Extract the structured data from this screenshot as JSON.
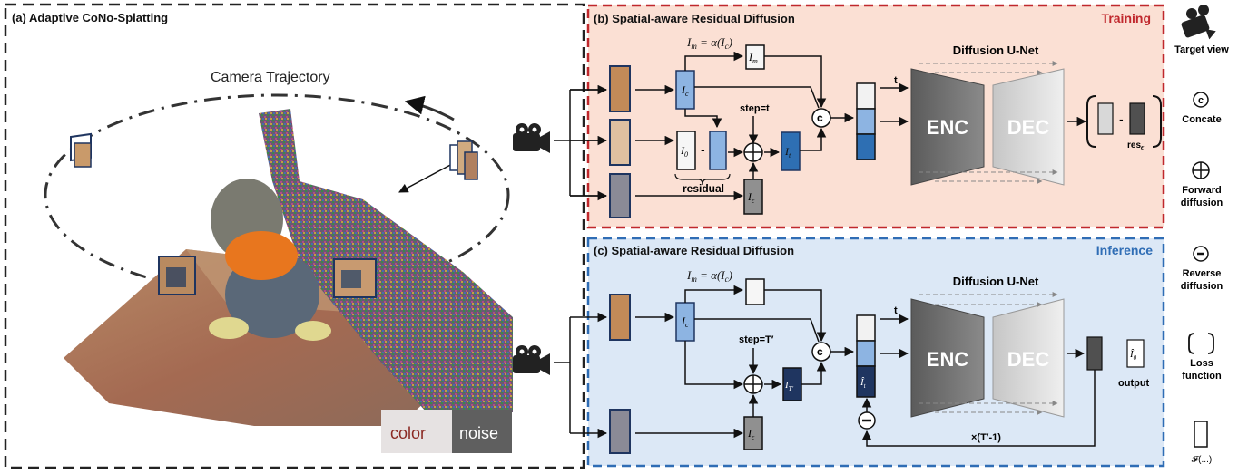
{
  "panel_a": {
    "title": "(a) Adaptive CoNo-Splatting",
    "camera_trajectory": "Camera Trajectory",
    "color_label": "color",
    "noise_label": "noise"
  },
  "panel_b": {
    "title": "(b) Spatial-aware Residual Diffusion",
    "mode": "Training",
    "formula_im": "I",
    "formula_im_sub": "m",
    "formula_im_rhs": " = α(I",
    "formula_im_rhs_sub": "c",
    "formula_im_rhs_end": ")",
    "box_im": "I",
    "box_im_sub": "m",
    "box_ic": "I",
    "box_ic_sub": "c",
    "box_i0": "I",
    "box_i0_sub": "0",
    "minus": "-",
    "residual": "residual",
    "step": "step=t",
    "box_it": "I",
    "box_it_sub": "t",
    "box_ie": "I",
    "box_ie_sub": "ϵ",
    "t_label": "t",
    "unet_title": "Diffusion U-Net",
    "enc": "ENC",
    "dec": "DEC",
    "loss_minus": "-",
    "res": "res",
    "res_sub": "ϵ"
  },
  "panel_c": {
    "title": "(c) Spatial-aware Residual Diffusion",
    "mode": "Inference",
    "formula_im": "I",
    "formula_im_sub": "m",
    "formula_im_rhs": " = α(I",
    "formula_im_rhs_sub": "c",
    "formula_im_rhs_end": ")",
    "box_ic": "I",
    "box_ic_sub": "c",
    "step": "step=T′",
    "box_it": "I",
    "box_it_sub": "T′",
    "box_ie": "I",
    "box_ie_sub": "ϵ",
    "box_ihat": "Î",
    "box_ihat_sub": "t",
    "t_label": "t",
    "unet_title": "Diffusion U-Net",
    "enc": "ENC",
    "dec": "DEC",
    "output_box": "Î",
    "output_box_sub": "0",
    "output": "output",
    "loop": "×(T′-1)"
  },
  "legend": {
    "target_view": "Target view",
    "concate_symbol": "c",
    "concate": "Concate",
    "forward": "Forward diffusion",
    "forward_1": "Forward",
    "forward_2": "diffusion",
    "reverse_1": "Reverse",
    "reverse_2": "diffusion",
    "loss_1": "Loss",
    "loss_2": "function",
    "f_label": "𝓕(...)"
  },
  "colors": {
    "training_border": "#c0282d",
    "training_bg": "#fbe0d4",
    "inference_border": "#2f6db5",
    "inference_bg": "#dce8f6",
    "ic_blue": "#8db4e2",
    "it_blue": "#2e6fb3",
    "dark_navy": "#1f3560",
    "gray_box": "#909090"
  }
}
